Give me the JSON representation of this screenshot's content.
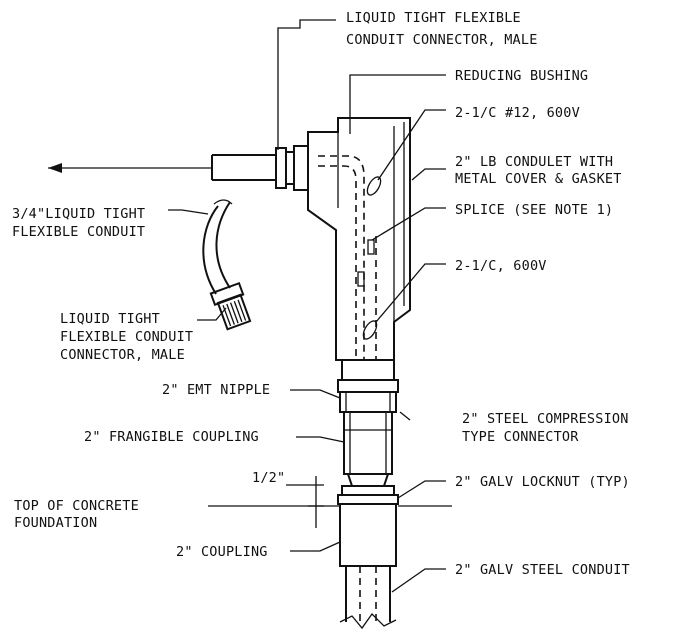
{
  "labels": {
    "lt_connector_top": [
      "LIQUID TIGHT FLEXIBLE",
      "CONDUIT CONNECTOR, MALE"
    ],
    "reducing_bushing": "REDUCING BUSHING",
    "wire_12": "2-1/C #12, 600V",
    "lb_condulet": [
      "2\" LB CONDULET WITH",
      "METAL COVER & GASKET"
    ],
    "splice": "SPLICE (SEE NOTE 1)",
    "wire_600": "2-1/C, 600V",
    "flex_conduit": [
      "3/4\"LIQUID TIGHT",
      "FLEXIBLE CONDUIT"
    ],
    "lt_connector_left": [
      "LIQUID TIGHT",
      "FLEXIBLE CONDUIT",
      "CONNECTOR, MALE"
    ],
    "emt_nipple": "2\" EMT NIPPLE",
    "compression_connector": [
      "2\" STEEL COMPRESSION",
      "TYPE CONNECTOR"
    ],
    "frangible_coupling": "2\" FRANGIBLE COUPLING",
    "half_inch": "1/2\"",
    "locknut": "2\" GALV LOCKNUT (TYP)",
    "concrete_top": [
      "TOP OF CONCRETE",
      "FOUNDATION"
    ],
    "coupling": "2\" COUPLING",
    "galv_conduit": "2\" GALV STEEL CONDUIT"
  }
}
